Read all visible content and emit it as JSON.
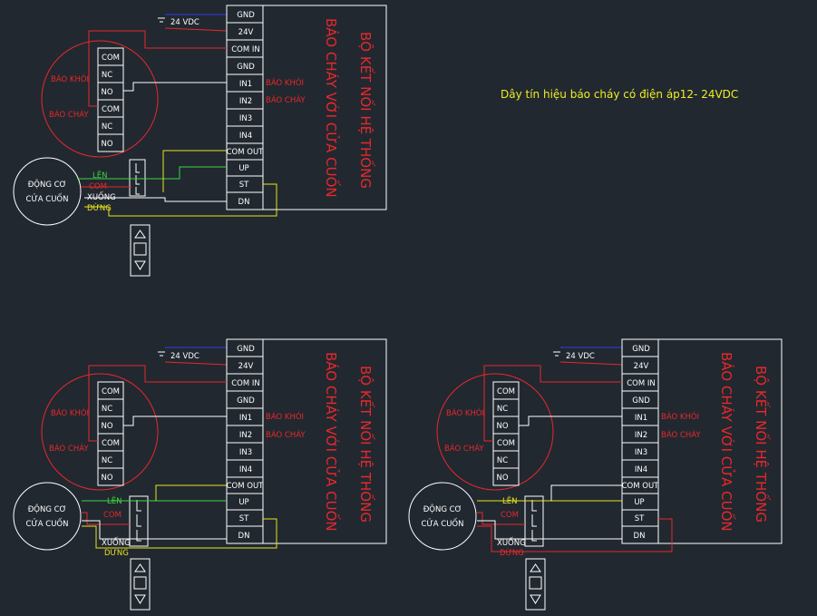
{
  "note": "Dây tín hiệu báo cháy có điện áp12- 24VDC",
  "controller": {
    "terminals": [
      "GND",
      "24V",
      "COM IN",
      "GND",
      "IN1",
      "IN2",
      "IN3",
      "IN4",
      "COM OUT",
      "UP",
      "ST",
      "DN"
    ],
    "title_vertical_1": "BỘ KẾT NỐI HỆ THỐNG",
    "title_vertical_2": "BÁO CHÁY VỚI CỬA CUỐN",
    "in1_label": "BÁO KHÓI",
    "in2_label": "BÁO CHÁY",
    "supply_label": "24 VDC"
  },
  "detector": {
    "pins": [
      "COM",
      "NC",
      "NO",
      "COM",
      "NC",
      "NO"
    ],
    "smoke_label": "BÁO KHÓI",
    "fire_label": "BÁO CHÁY"
  },
  "motor": {
    "line1": "ĐỘNG CƠ",
    "line2": "CỬA CUỐN",
    "wire_up": "LÊN",
    "wire_com": "COM",
    "wire_down": "XUỐNG",
    "wire_stop": "DỪNG"
  },
  "remote": {
    "buttons": [
      "up-arrow-icon",
      "stop-square-icon",
      "down-arrow-icon"
    ]
  },
  "colors": {
    "background": "#212830",
    "red": "#e8282a",
    "white": "#ffffff",
    "green": "#3fd43f",
    "yellow": "#e7e51d",
    "blue": "#2a3ee8"
  }
}
